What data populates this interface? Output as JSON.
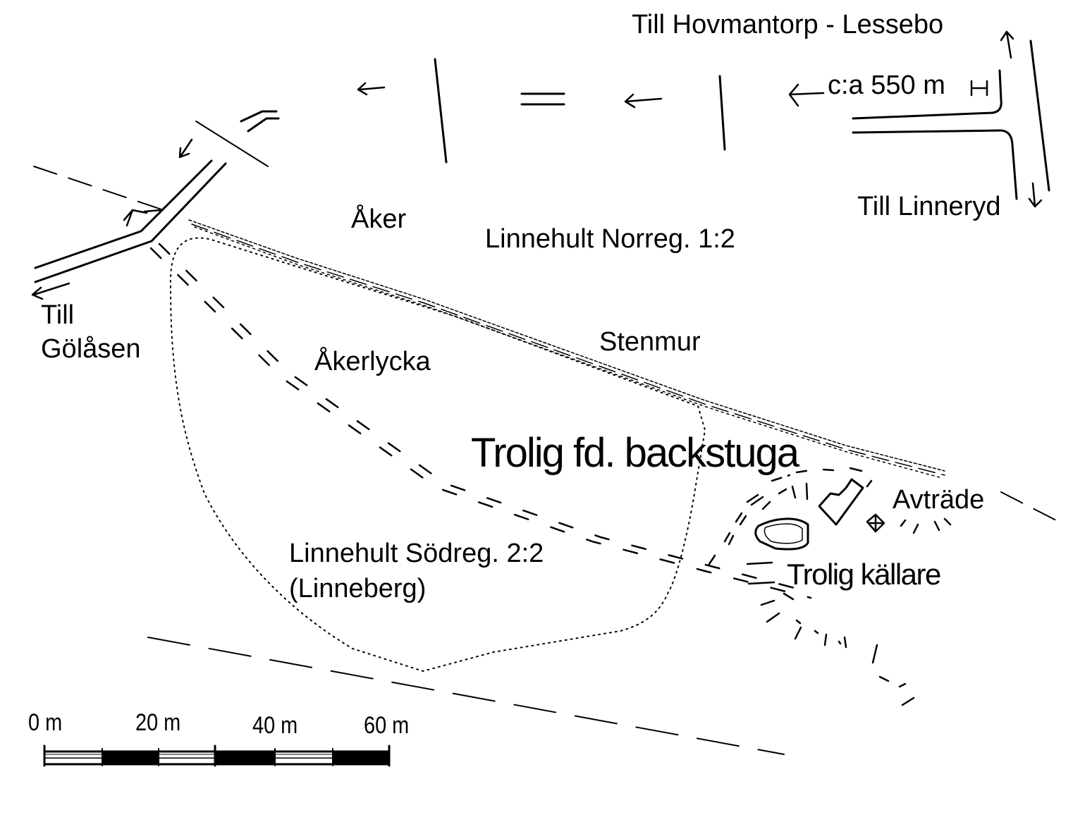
{
  "labels": {
    "till_hovmantorp": "Till Hovmantorp - Lessebo",
    "distance": "c:a 550 m",
    "till_linneryd": "Till Linneryd",
    "till": "Till",
    "golasen": "Gölåsen",
    "aker": "Åker",
    "norreg": "Linnehult Norreg. 1:2",
    "akerlycka": "Åkerlycka",
    "stenmur": "Stenmur",
    "backstuga": "Trolig fd. backstuga",
    "avtrade": "Avträde",
    "kallare": "Trolig källare",
    "sodreg": "Linnehult Södreg. 2:2",
    "linneberg": "(Linneberg)"
  },
  "scale_bar": {
    "ticks": [
      "0 m",
      "20 m",
      "40 m",
      "60 m"
    ]
  },
  "colors": {
    "ink": "#000000",
    "background": "#ffffff"
  },
  "icons": {
    "arrow": "arrow-icon",
    "road": "road-symbol",
    "stone_wall": "stone-wall-symbol"
  }
}
